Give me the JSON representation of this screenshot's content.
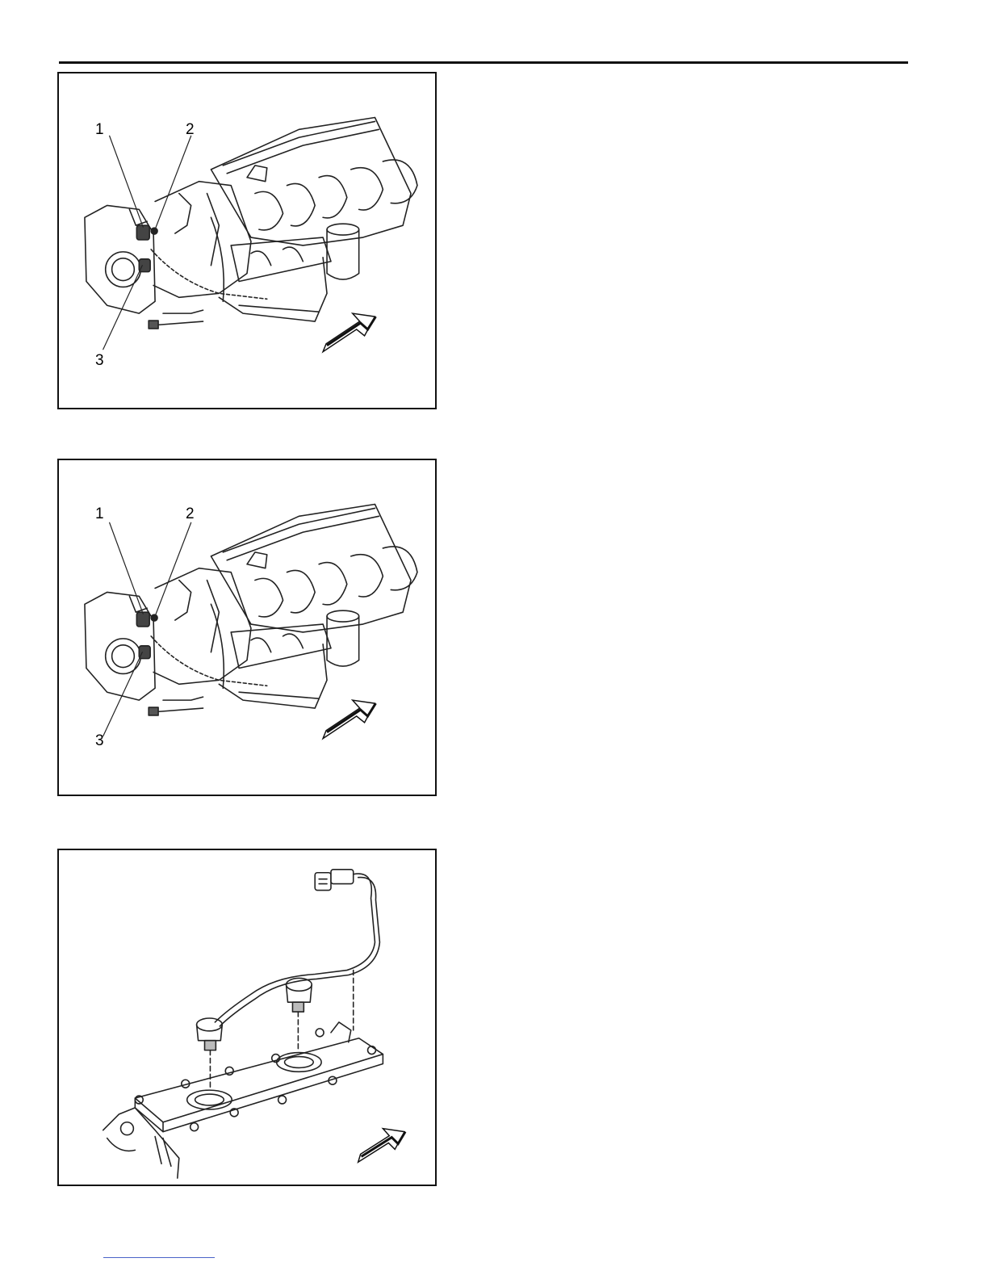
{
  "figures": [
    {
      "callouts": [
        "1",
        "2",
        "3"
      ]
    },
    {
      "callouts": [
        "1",
        "2",
        "3"
      ]
    },
    {
      "callouts": []
    }
  ]
}
